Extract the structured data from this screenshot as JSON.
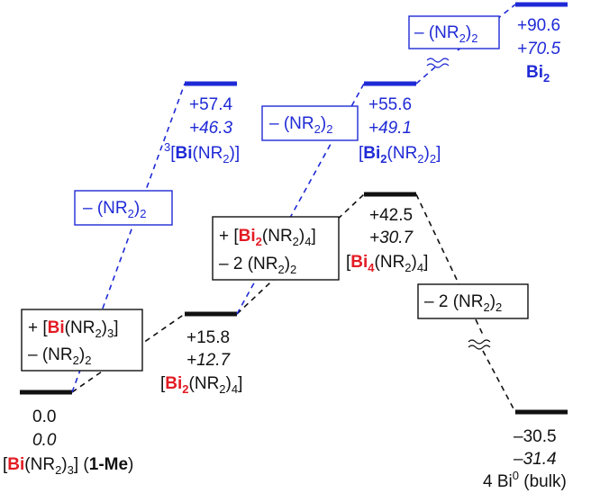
{
  "colors": {
    "ground_path": "#111111",
    "triplet_path": "#1f2ad6",
    "bismuth_highlight": "#e31b23"
  },
  "levels": [
    {
      "id": "bi-nr2-3",
      "energy": "0.0",
      "free_energy": "0.0",
      "species": "[Bi(NR2)3] (1-Me)",
      "color": "black"
    },
    {
      "id": "bi2-nr2-4",
      "energy": "+15.8",
      "free_energy": "+12.7",
      "species": "[Bi2(NR2)4]",
      "color": "black"
    },
    {
      "id": "bi4-nr2-4",
      "energy": "+42.5",
      "free_energy": "+30.7",
      "species": "[Bi4(NR2)4]",
      "color": "black"
    },
    {
      "id": "bi-bulk",
      "energy": "–30.5",
      "free_energy": "–31.4",
      "species": "4 Bi0 (bulk)",
      "color": "black"
    },
    {
      "id": "bi-nr2-triplet",
      "energy": "+57.4",
      "free_energy": "+46.3",
      "species": "3[Bi(NR2)]",
      "color": "blue"
    },
    {
      "id": "bi2-nr2-2",
      "energy": "+55.6",
      "free_energy": "+49.1",
      "species": "[Bi2(NR2)2]",
      "color": "blue"
    },
    {
      "id": "bi2",
      "energy": "+90.6",
      "free_energy": "+70.5",
      "species": "Bi2",
      "color": "blue"
    }
  ],
  "steps": {
    "step1_add": "+ [",
    "step1_bi": "Bi",
    "step1_add_tail": "(NR",
    "step1_sub2": "2",
    "step1_close": ")",
    "step1_sub3": "3",
    "step1_bracket": "]",
    "step1_remove": "– (NR",
    "step1_remove_sub": "2",
    "step1_remove_close": ")",
    "step1_remove_sub2": "2",
    "step2_add": "+ [",
    "step2_bi": "Bi",
    "step2_bi_sub": "2",
    "step2_tail": "(NR",
    "step2_sub2": "2",
    "step2_close": ")",
    "step2_sub4": "4",
    "step2_bracket": "]",
    "step2_remove": "– 2 (NR",
    "step2_remove_sub": "2",
    "step2_remove_close": ")",
    "step2_remove_sub2": "2",
    "step3_remove": "– 2 (NR",
    "step3_remove_sub": "2",
    "step3_remove_close": ")",
    "step3_remove_sub2": "2",
    "blue1_remove": "– (NR",
    "blue1_sub": "2",
    "blue1_close": ")",
    "blue1_sub2": "2",
    "blue2_remove": "– (NR",
    "blue2_sub": "2",
    "blue2_close": ")",
    "blue2_sub2": "2",
    "blue3_remove": "– (NR",
    "blue3_sub": "2",
    "blue3_close": ")",
    "blue3_sub2": "2"
  },
  "text": {
    "l0_e": "0.0",
    "l0_g": "0.0",
    "l0_open": "[",
    "l0_bi": "Bi",
    "l0_mid": "(NR",
    "l0_s2": "2",
    "l0_c": ")",
    "l0_s3": "3",
    "l0_close": "] (",
    "l0_tag": "1-Me",
    "l0_end": ")",
    "l1_e": "+15.8",
    "l1_g": "+12.7",
    "l1_open": "[",
    "l1_bi": "Bi",
    "l1_bis": "2",
    "l1_mid": "(NR",
    "l1_s2": "2",
    "l1_c": ")",
    "l1_s4": "4",
    "l1_close": "]",
    "l2_e": "+42.5",
    "l2_g": "+30.7",
    "l2_open": "[",
    "l2_bi": "Bi",
    "l2_bis": "4",
    "l2_mid": "(NR",
    "l2_s2": "2",
    "l2_c": ")",
    "l2_s4": "4",
    "l2_close": "]",
    "l3_e": "–30.5",
    "l3_g": "–31.4",
    "l3_pre": "4 Bi",
    "l3_sup": "0",
    "l3_post": " (bulk)",
    "b1_e": "+57.4",
    "b1_g": "+46.3",
    "b1_sup": "3",
    "b1_open": "[",
    "b1_bi": "Bi",
    "b1_mid": "(NR",
    "b1_s2": "2",
    "b1_close": ")]",
    "b2_e": "+55.6",
    "b2_g": "+49.1",
    "b2_open": "[",
    "b2_bi": "Bi",
    "b2_bis": "2",
    "b2_mid": "(NR",
    "b2_s2": "2",
    "b2_c": ")",
    "b2_s2b": "2",
    "b2_close": "]",
    "b3_e": "+90.6",
    "b3_g": "+70.5",
    "b3_bi": "Bi",
    "b3_bis": "2"
  }
}
